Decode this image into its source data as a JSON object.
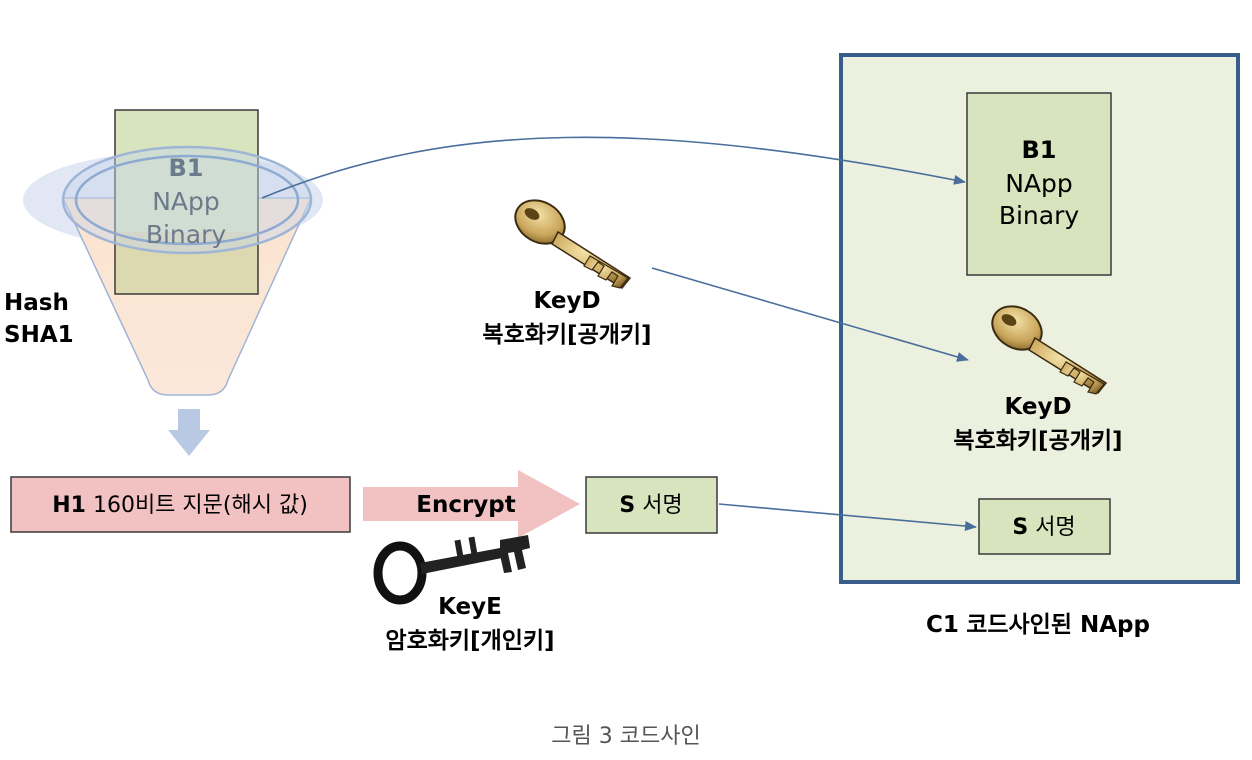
{
  "funnel": {
    "block": {
      "title": "B1",
      "line1": "NApp",
      "line2": "Binary"
    },
    "hash_label": {
      "line1": "Hash",
      "line2": "SHA1"
    }
  },
  "hash_box": {
    "bold": "H1",
    "text": "160비트 지문(해시 값)"
  },
  "encrypt_label": "Encrypt",
  "key_e": {
    "name": "KeyE",
    "desc": "암호화키[개인키]"
  },
  "key_d": {
    "name": "KeyD",
    "desc": "복호화키[공개키]"
  },
  "signature_box": {
    "bold": "S",
    "text": "서명"
  },
  "codesigned_container": {
    "block": {
      "title": "B1",
      "line1": "NApp",
      "line2": "Binary"
    },
    "key_d": {
      "name": "KeyD",
      "desc": "복호화키[공개키]"
    },
    "signature_box": {
      "bold": "S",
      "text": "서명"
    },
    "label_bold": "C1",
    "label": "코드사인된 NApp"
  },
  "caption": "그림 3 코드사인",
  "colors": {
    "green_block": "#d7e4bd",
    "pink_box": "#f2c1c1",
    "container_fill": "#ebf1de",
    "container_border": "#385d8a",
    "arrow_line": "#4a6e9c",
    "down_arrow": "#b9c9e4"
  }
}
